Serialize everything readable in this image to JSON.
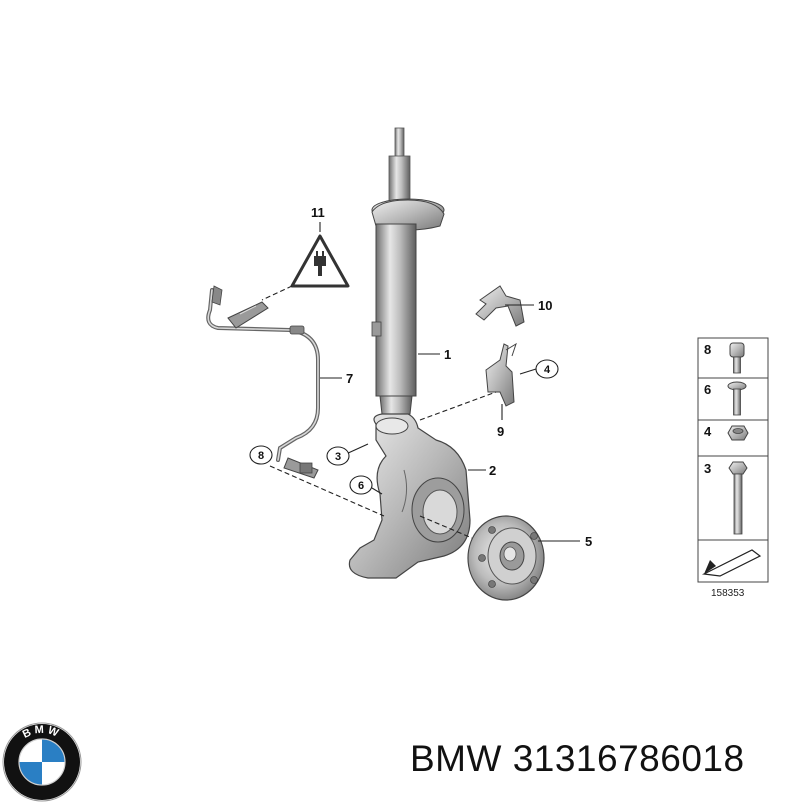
{
  "callouts": {
    "c1": "1",
    "c2": "2",
    "c3": "3",
    "c4": "4",
    "c5": "5",
    "c6": "6",
    "c7": "7",
    "c8": "8",
    "c9": "9",
    "c10": "10",
    "c11": "11"
  },
  "legend": {
    "items": [
      "8",
      "6",
      "4",
      "3"
    ],
    "diagram_no": "158353"
  },
  "footer": {
    "brand": "BMW",
    "part_number": "31316786018",
    "text": "BMW 31316786018"
  },
  "logo": {
    "letters": "BMW",
    "colors": {
      "ring": "#111111",
      "blue": "#2a7fc4",
      "white": "#ffffff"
    }
  }
}
